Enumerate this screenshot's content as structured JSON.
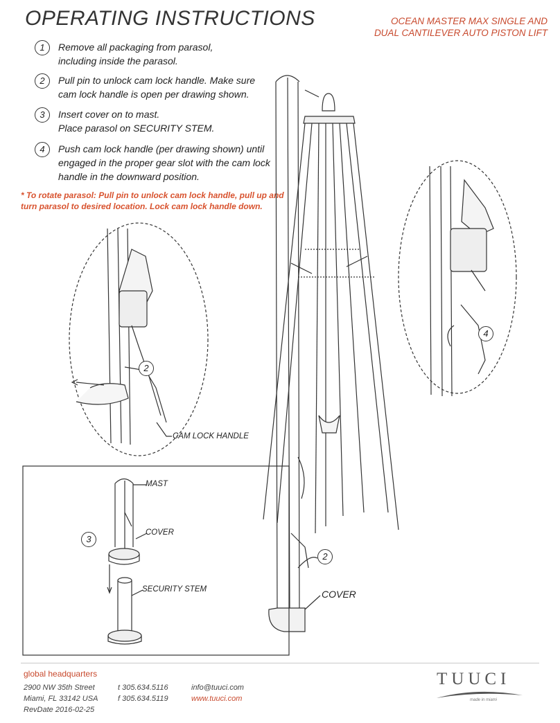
{
  "header": {
    "title": "OPERATING INSTRUCTIONS",
    "subtitle_line1": "OCEAN MASTER MAX SINGLE AND",
    "subtitle_line2": "DUAL CANTILEVER AUTO PISTON LIFT"
  },
  "steps": [
    {
      "num": "1",
      "lines": [
        "Remove all packaging from parasol,",
        "including inside the parasol."
      ]
    },
    {
      "num": "2",
      "lines": [
        "Pull pin to unlock cam lock handle. Make sure",
        "cam lock handle is open per drawing shown."
      ]
    },
    {
      "num": "3",
      "lines": [
        "Insert cover on to mast.",
        "Place parasol on SECURITY STEM."
      ]
    },
    {
      "num": "4",
      "lines": [
        "Push cam lock handle (per drawing shown) until",
        "engaged in the proper gear slot with the cam lock",
        "handle in the downward position."
      ]
    }
  ],
  "note": {
    "line1": "* To rotate parasol: Pull pin to unlock cam lock handle, pull up and",
    "line2": "turn parasol to desired location. Lock cam lock handle down."
  },
  "labels": {
    "cam_lock_handle": "CAM LOCK HANDLE",
    "mast": "MAST",
    "cover_small": "COVER",
    "security_stem": "SECURITY STEM",
    "cover_main": "COVER",
    "callout_2_detail": "2",
    "callout_4_detail": "4",
    "callout_3_box": "3",
    "callout_2_main": "2"
  },
  "footer": {
    "hq_label": "global headquarters",
    "address_line1": "2900 NW 35th Street",
    "address_line2": "Miami, FL 33142 USA",
    "revdate": "RevDate 2016-02-25",
    "phone": "t  305.634.5116",
    "fax": "f  305.634.5119",
    "email": "info@tuuci.com",
    "website": "www.tuuci.com",
    "logo": "TUUCI",
    "logo_tagline": "made in miami"
  },
  "colors": {
    "accent": "#c8492d",
    "note": "#d8522e",
    "text": "#222222"
  }
}
